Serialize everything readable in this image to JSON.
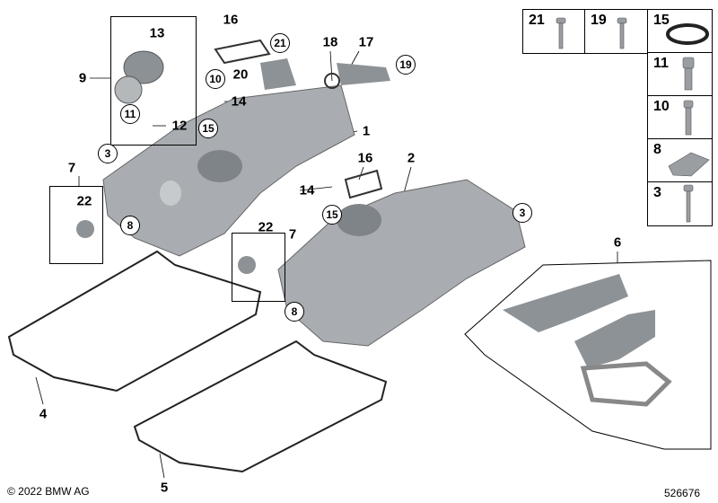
{
  "diagram": {
    "labels": {
      "l13": "13",
      "l9": "9",
      "l12": "12",
      "l16a": "16",
      "l20": "20",
      "l18": "18",
      "l17": "17",
      "l14a": "14",
      "l1": "1",
      "l7a": "7",
      "l22a": "22",
      "l14b": "14",
      "l16b": "16",
      "l2": "2",
      "l22b": "22",
      "l7b": "7",
      "l6": "6",
      "l4": "4",
      "l5": "5"
    },
    "circled": {
      "c11": "11",
      "c21": "21",
      "c19": "19",
      "c10": "10",
      "c15a": "15",
      "c3a": "3",
      "c8a": "8",
      "c15b": "15",
      "c3b": "3",
      "c8b": "8"
    },
    "legend": [
      "21",
      "19",
      "15",
      "11",
      "10",
      "8",
      "3"
    ],
    "copyright": "© 2022 BMW AG",
    "diagram_number": "526676"
  }
}
